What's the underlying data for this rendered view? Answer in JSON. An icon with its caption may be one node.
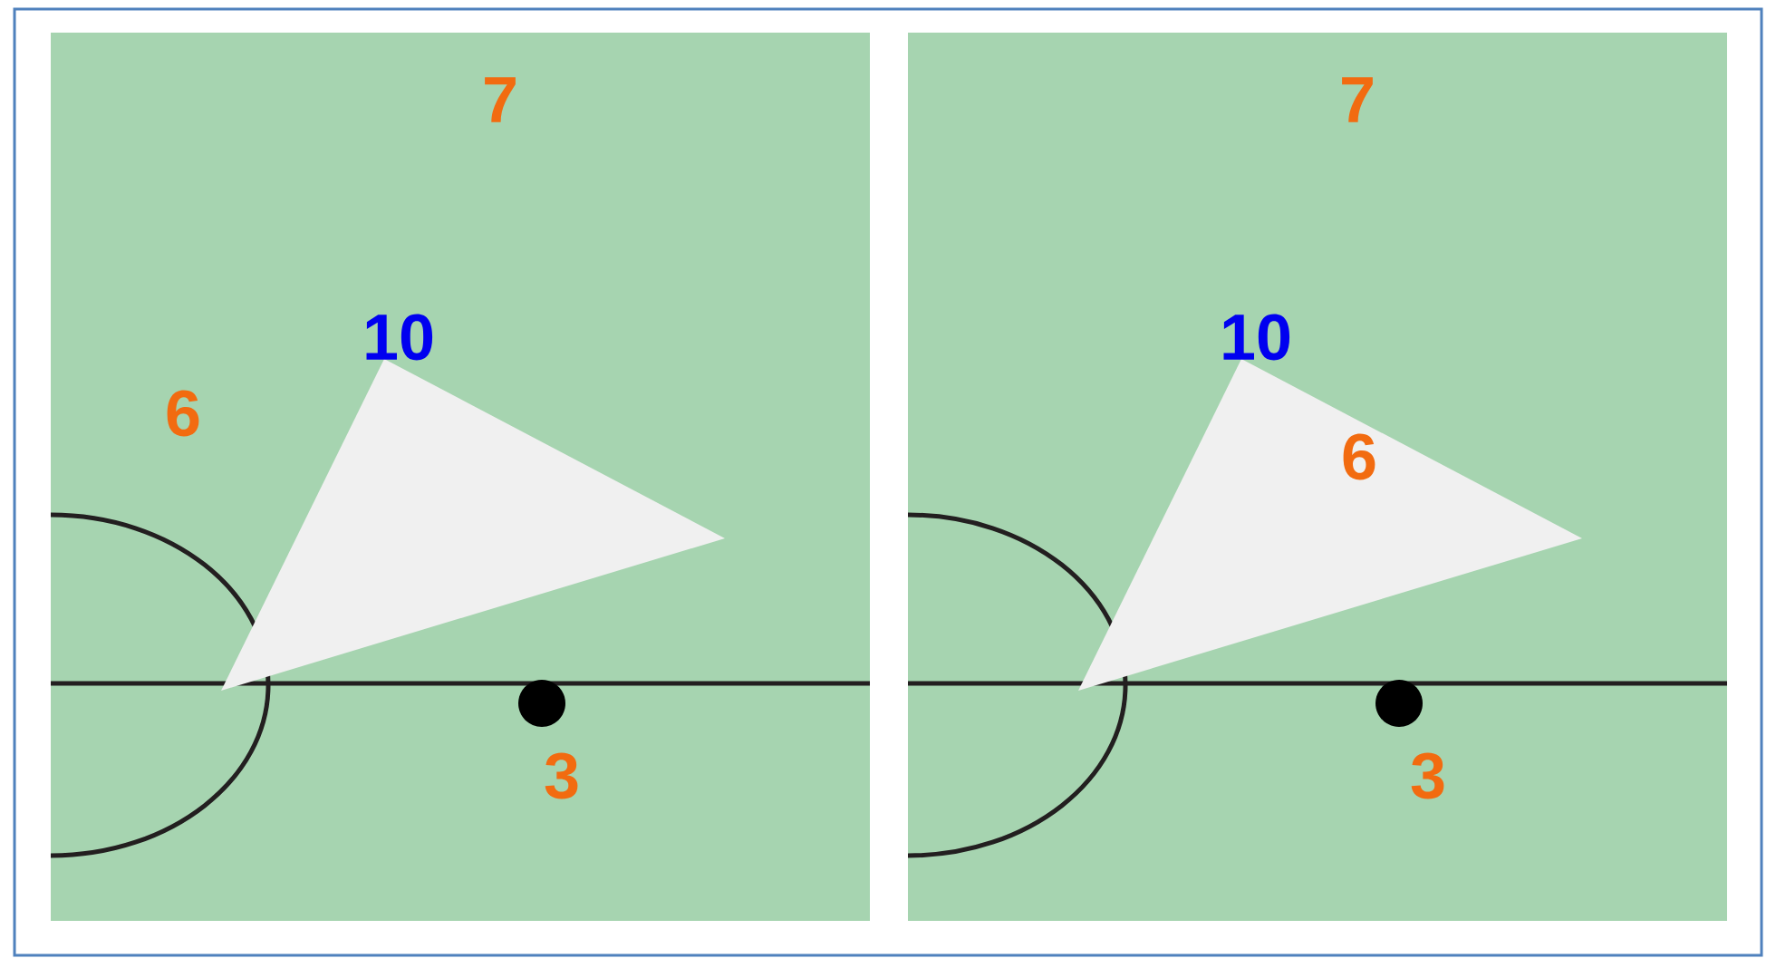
{
  "diagram": {
    "labels": [
      "7",
      "10",
      "6",
      "3",
      "7",
      "10",
      "6",
      "3"
    ]
  }
}
